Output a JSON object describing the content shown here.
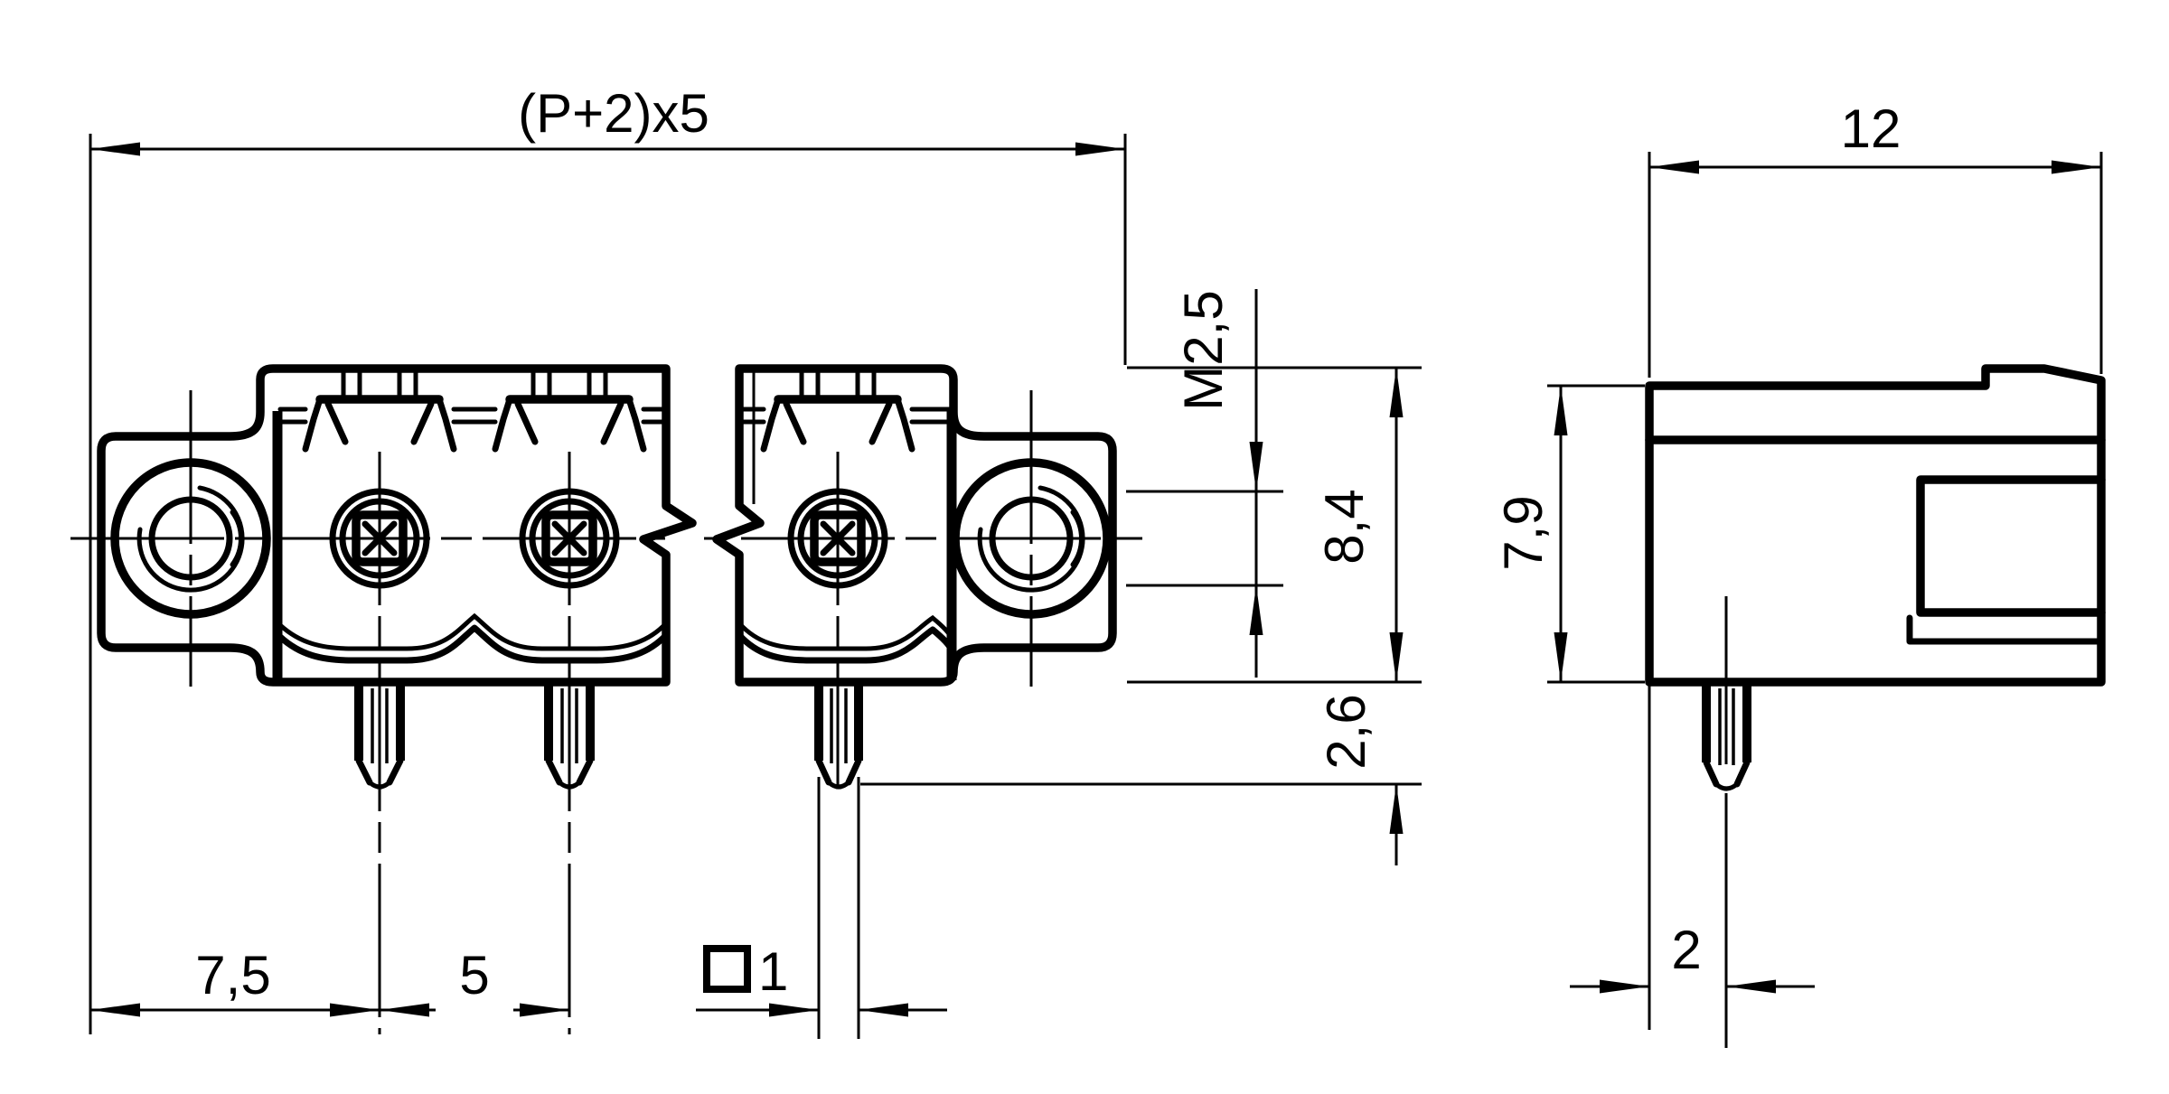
{
  "drawing": {
    "kind": "technical-dimension-drawing",
    "background_color": "#ffffff",
    "line_color": "#000000",
    "views": {
      "front": {
        "name": "front-view-with-break-lines"
      },
      "side": {
        "name": "side-view"
      }
    },
    "dimensions": {
      "overall_width": {
        "label": "(P+2)x5"
      },
      "edge_to_first_pin": {
        "label": "7,5"
      },
      "pin_pitch": {
        "label": "5"
      },
      "pin_square_symbol": {
        "icon": "square-section-symbol"
      },
      "pin_square_size": {
        "label": "1"
      },
      "screw_thread": {
        "label": "M2,5"
      },
      "body_height": {
        "label": "8,4"
      },
      "pin_protrusion": {
        "label": "2,6"
      },
      "side_depth": {
        "label": "12"
      },
      "side_height": {
        "label": "7,9"
      },
      "pin_offset_from_face": {
        "label": "2"
      }
    }
  }
}
